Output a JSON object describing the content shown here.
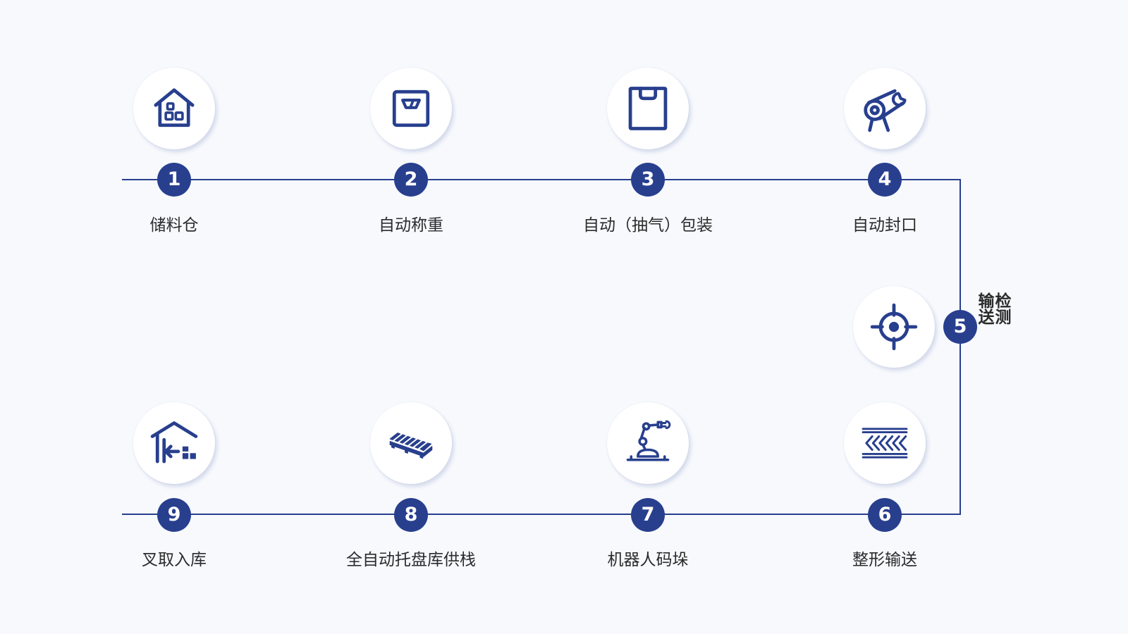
{
  "steps": [
    {
      "number": "1",
      "label": "储料仓",
      "icon": "warehouse-boxes-icon"
    },
    {
      "number": "2",
      "label": "自动称重",
      "icon": "scale-icon"
    },
    {
      "number": "3",
      "label": "自动（抽气）包装",
      "icon": "bag-icon"
    },
    {
      "number": "4",
      "label": "自动封口",
      "icon": "sealing-machine-icon"
    },
    {
      "number": "5",
      "label": "检测输送",
      "icon": "target-icon"
    },
    {
      "number": "6",
      "label": "整形输送",
      "icon": "conveyor-icon"
    },
    {
      "number": "7",
      "label": "机器人码垛",
      "icon": "robot-arm-icon"
    },
    {
      "number": "8",
      "label": "全自动托盘库供栈",
      "icon": "pallet-icon"
    },
    {
      "number": "9",
      "label": "叉取入库",
      "icon": "warehouse-inbound-icon"
    }
  ],
  "colors": {
    "accent": "#283f8e",
    "background": "#f7f9fd",
    "text": "#2b2b2b"
  }
}
